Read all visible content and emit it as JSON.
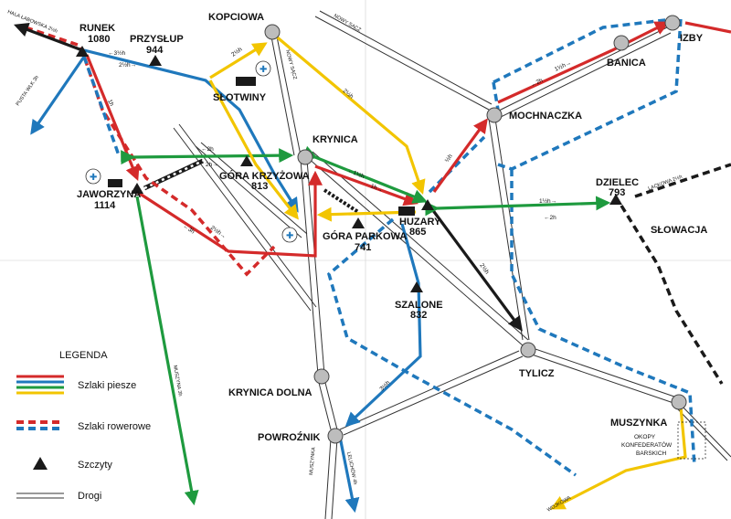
{
  "colors": {
    "red": "#d42a2a",
    "blue": "#1f78bc",
    "green": "#1e9a3e",
    "yellow": "#f2c500",
    "black": "#1a1a1a",
    "road": "#333333",
    "node": "#bdbdbd"
  },
  "towns": {
    "kopciowa": "KOPCIOWA",
    "krynica": "KRYNICA",
    "mochnaczka": "MOCHNACZKA",
    "banica": "BANICA",
    "izby": "IZBY",
    "tylicz": "TYLICZ",
    "krynica_dolna": "KRYNICA DOLNA",
    "powroznik": "POWROŹNIK",
    "muszynka": "MUSZYNKA",
    "slotwiny": "SŁOTWINY",
    "slowacja": "SŁOWACJA"
  },
  "peaks": {
    "runek": {
      "name": "RUNEK",
      "elev": "1080"
    },
    "przyslup": {
      "name": "PRZYSŁUP",
      "elev": "944"
    },
    "jaworzyna": {
      "name": "JAWORZYNA",
      "elev": "1114"
    },
    "gora_krzyzowa": {
      "name": "GÓRA KRZYŻOWA",
      "elev": "813"
    },
    "gora_parkowa": {
      "name": "GÓRA PARKOWA",
      "elev": "741"
    },
    "huzary": {
      "name": "HUZARY",
      "elev": "865"
    },
    "szalone": {
      "name": "SZALONE",
      "elev": "832"
    },
    "dzielec": {
      "name": "DZIELEC",
      "elev": "793"
    }
  },
  "landmarks": {
    "okopy": [
      "OKOPY",
      "KONFEDERATÓW",
      "BARSKICH"
    ]
  },
  "times": {
    "t_runek_przyslup": "←3½h",
    "t_przyslup_runek": "2½h→",
    "t_slotwiny": "2½h",
    "t_krynica_yellow": "2½h",
    "t_jaworzyna_red_1h": "1h",
    "t_green_left": "←2h",
    "t_green_right": "2h→",
    "t_krynica_huzary_a": "←1½h",
    "t_krynica_huzary_b": "1h→",
    "t_huzary_mochnaczka": "½h",
    "t_huzary_tylicz": "2½h",
    "t_mochnaczka_banica": "←2h",
    "t_banica_izby": "1½h→",
    "t_dzielec_a": "1½h→",
    "t_dzielec_b": "←2h",
    "t_jaworzyna_3h": "←3h",
    "t_jaworzyna_2h": "2½h→",
    "t_powroznik_szalone": "3½h"
  },
  "roads": {
    "hala": "HALA ŁABOWSKA 2½h",
    "pusta": "PUSTA WLK 3h",
    "nowy_sacz_1": "NOWY SĄCZ",
    "nowy_sacz_2": "NOWY SĄCZ",
    "lackowa": "LACKOWA 2½h",
    "muszyna": "MUSZYNA 3h",
    "muszynka_road": "MUSZYNKA",
    "lelichow": "LELICHÓW 4h",
    "wojkowa": "WOJKOWA"
  },
  "legend": {
    "title": "LEGENDA",
    "hiking": "Szlaki piesze",
    "cycling": "Szlaki rowerowe",
    "peaks": "Szczyty",
    "roads": "Drogi"
  }
}
